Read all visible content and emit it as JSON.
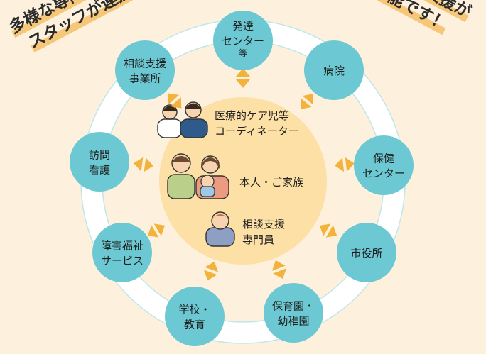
{
  "slogans": {
    "left": [
      "多様な専門",
      "スタッフが連携！"
    ],
    "right": [
      "多方面への支援が",
      "可能です！"
    ]
  },
  "center": {
    "coordinator": [
      "医療的ケア児等",
      "コーディネーター"
    ],
    "family": "本人・ご家族",
    "specialist": [
      "相談支援",
      "専門員"
    ]
  },
  "nodes": [
    {
      "lines": [
        "発達",
        "センター",
        "等"
      ]
    },
    {
      "lines": [
        "病院"
      ]
    },
    {
      "lines": [
        "保健",
        "センター"
      ]
    },
    {
      "lines": [
        "市役所"
      ]
    },
    {
      "lines": [
        "保育園・",
        "幼稚園"
      ]
    },
    {
      "lines": [
        "学校・",
        "教育"
      ]
    },
    {
      "lines": [
        "障害福祉",
        "サービス"
      ]
    },
    {
      "lines": [
        "訪問",
        "看護"
      ]
    },
    {
      "lines": [
        "相談支援",
        "事業所"
      ]
    }
  ],
  "colors": {
    "background": "#fdf1dd",
    "ring": "#ffffff",
    "node": "#6cc9d3",
    "center": "#fde0a6",
    "arrow": "#f3b23c",
    "highlight": "#f6c779"
  }
}
